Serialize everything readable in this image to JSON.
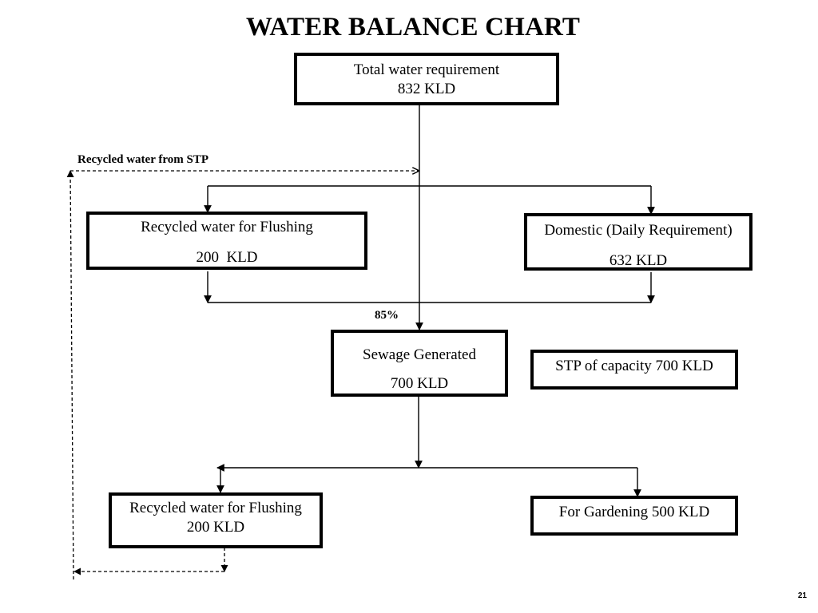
{
  "title": "WATER BALANCE CHART",
  "nodes": {
    "total": {
      "line1": "Total water requirement",
      "line2": "832 KLD"
    },
    "flushing_top": {
      "line1": "Recycled water for Flushing",
      "line2": "200  KLD"
    },
    "domestic": {
      "line1": "Domestic (Daily Requirement)",
      "line2": "632 KLD"
    },
    "sewage": {
      "line1": "Sewage Generated",
      "line2": "700 KLD"
    },
    "stp": {
      "line1": "STP of capacity 700 KLD"
    },
    "flushing_bottom": {
      "line1": "Recycled water for Flushing",
      "line2": "200 KLD"
    },
    "gardening": {
      "line1": "For Gardening 500 KLD"
    }
  },
  "labels": {
    "recycled_from_stp": "Recycled water from STP",
    "percent": "85%"
  },
  "page_number": "21"
}
